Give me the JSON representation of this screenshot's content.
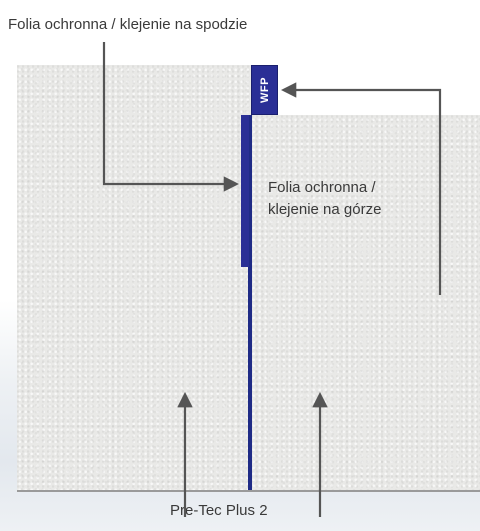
{
  "labels": {
    "foil_bottom": "Folia ochronna / klejenie na spodzie",
    "foil_top": "Folia ochronna / klejenie na górze",
    "product": "Pre-Tec Plus 2",
    "tag": "WFP"
  },
  "colors": {
    "joint": "#1f2b86",
    "foil": "#2a2f96",
    "slab": "#e9e9e7",
    "arrow": "#555555"
  }
}
